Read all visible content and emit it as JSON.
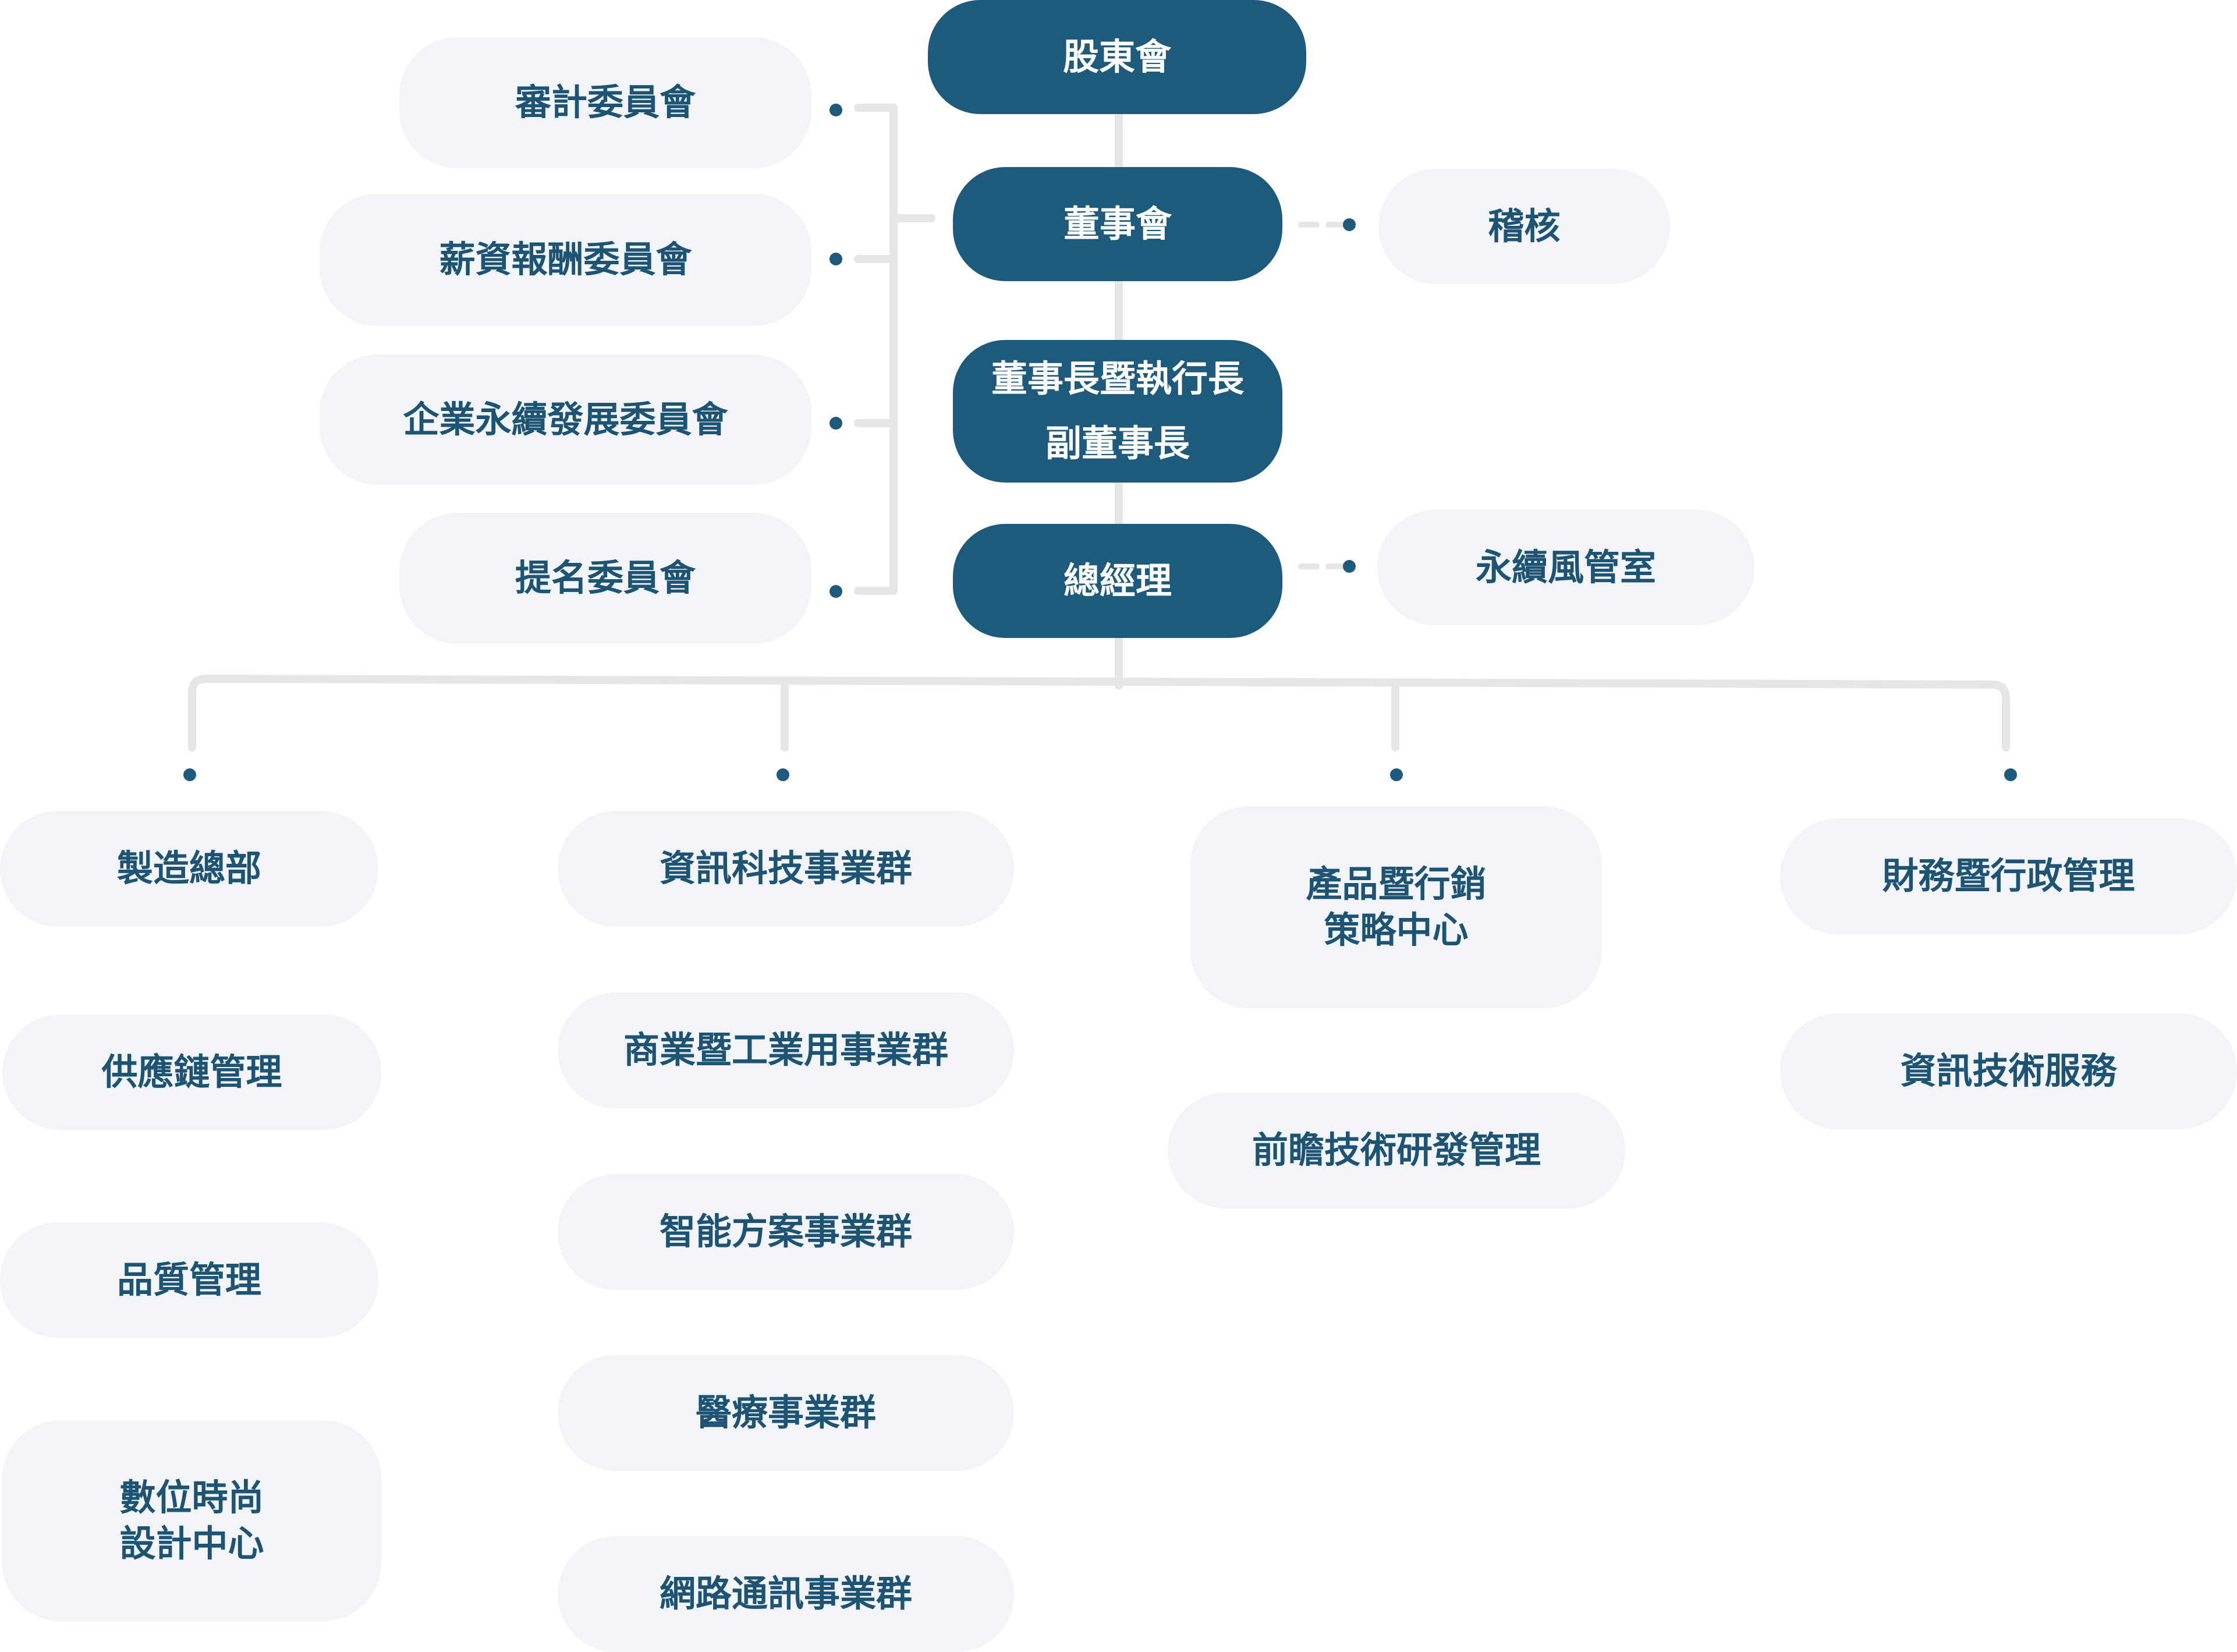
{
  "colors": {
    "primary": "#1e5a7b",
    "secondary_bg": "#f2f4f7",
    "secondary_text": "#1d5474",
    "connector": "#e6e6e6",
    "dot": "#1e5a7b"
  },
  "nodes": {
    "shareholders": "股東會",
    "board": "董事會",
    "chairman_ceo": "董事長暨執行長",
    "vice_chairman": "副董事長",
    "president": "總經理",
    "audit_committee": "審計委員會",
    "compensation_committee": "薪資報酬委員會",
    "sustainability_committee": "企業永續發展委員會",
    "nomination_committee": "提名委員會",
    "internal_audit": "稽核",
    "sustainability_risk_office": "永續風管室"
  },
  "divisions": {
    "col1": [
      "製造總部",
      "供應鏈管理",
      "品質管理",
      [
        "數位時尚",
        "設計中心"
      ]
    ],
    "col2": [
      "資訊科技事業群",
      "商業暨工業用事業群",
      "智能方案事業群",
      "醫療事業群",
      "網路通訊事業群"
    ],
    "col3": [
      [
        "產品暨行銷",
        "策略中心"
      ],
      "前瞻技術研發管理"
    ],
    "col4": [
      "財務暨行政管理",
      "資訊技術服務"
    ]
  }
}
